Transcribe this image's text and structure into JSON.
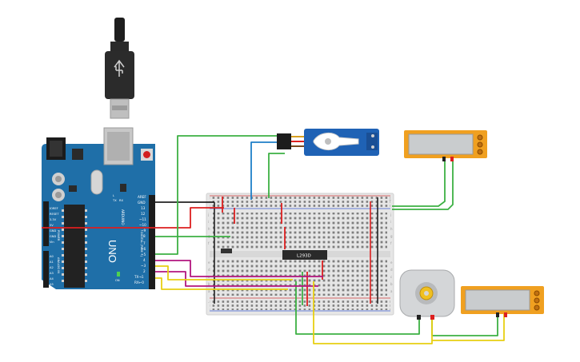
{
  "board": {
    "brand_text": "ARDUINO",
    "model_text": "UNO",
    "mark_tx": "TX",
    "mark_rx": "RX",
    "mark_l": "L",
    "mark_on": "ON",
    "digital_label": "DIGITAL (PWM ~)",
    "analog_label": "ANALOG IN",
    "power_label": "POWER",
    "digital_pins": [
      "AREF",
      "GND",
      "13",
      "12",
      "~11",
      "~10",
      "~9",
      "8",
      "7",
      "~6",
      "~5",
      "4",
      "~3",
      "2",
      "TX→1",
      "RX←0"
    ],
    "power_pins": [
      "IOREF",
      "RESET",
      "3.3V",
      "5V",
      "GND",
      "GND",
      "Vin"
    ],
    "analog_pins": [
      "A0",
      "A1",
      "A2",
      "A3",
      "A4",
      "A5"
    ]
  },
  "driver_chip": {
    "label": "L293D"
  },
  "breadboard": {
    "row_letters_left": [
      "j",
      "i",
      "h",
      "g",
      "f",
      "e",
      "d",
      "c",
      "b",
      "a"
    ],
    "row_letters_right": [
      "j",
      "i",
      "h",
      "g",
      "f",
      "e",
      "d",
      "c",
      "b",
      "a"
    ],
    "rail_plus": "+",
    "rail_minus": "-"
  },
  "colors": {
    "board_blue": "#1f6fa8",
    "wire_green": "#3cb043",
    "wire_red": "#dd1f1f",
    "wire_black": "#222222",
    "wire_blue": "#1e7fc8",
    "wire_magenta": "#b3157e",
    "wire_yellow": "#e8cf12",
    "servo_blue": "#1f62b5",
    "display_orange": "#f0a020"
  },
  "icons": {
    "usb": "usb-cable-icon",
    "servo": "servo-motor-icon",
    "motor": "dc-motor-icon",
    "display": "lcd-display-icon"
  }
}
